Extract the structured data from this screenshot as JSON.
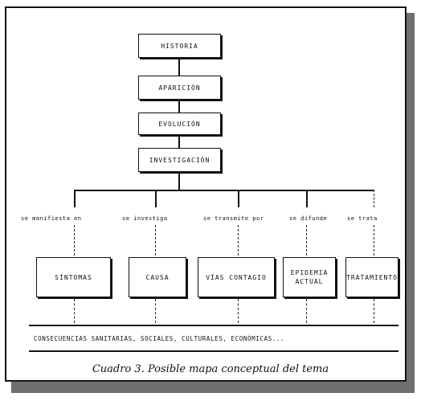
{
  "diagram": {
    "top_chain": [
      {
        "id": "historia",
        "label": "HISTORIA"
      },
      {
        "id": "aparicion",
        "label": "APARICIÓN"
      },
      {
        "id": "evolucion",
        "label": "EVOLUCIÓN"
      },
      {
        "id": "investigacion",
        "label": "INVESTIGACIÓN"
      }
    ],
    "branch_labels": [
      "se manifiesta en",
      "se investiga",
      "se transmite por",
      "se difunde",
      "se trata"
    ],
    "branch_boxes": [
      "SÍNTOMAS",
      "CAUSA",
      "VÍAS CONTAGIO",
      "EPIDEMIA ACTUAL",
      "TRATAMIENTO"
    ],
    "bottom_text": "CONSECUENCIAS SANITARIAS, SOCIALES, CULTURALES, ECONÓMICAS...",
    "caption": "Cuadro 3. Posible mapa conceptual del tema"
  }
}
